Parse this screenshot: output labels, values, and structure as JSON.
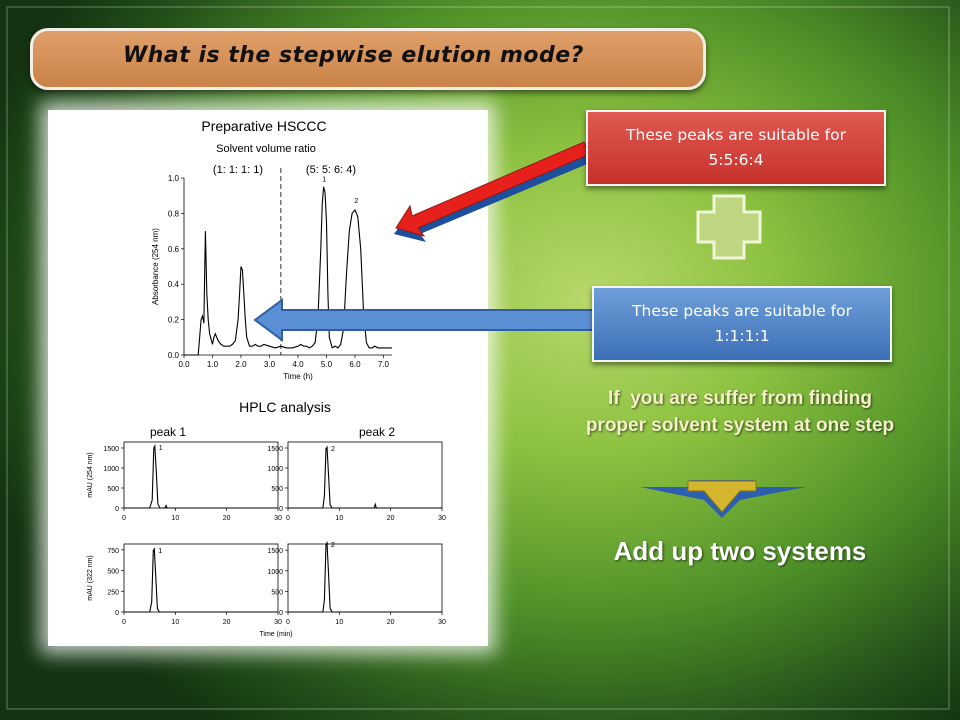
{
  "slide": {
    "title": "What is the stepwise elution mode?",
    "callout_red": {
      "line1": "These peaks are suitable for",
      "line2": "5:5:6:4",
      "color": "#c9342e"
    },
    "callout_blue": {
      "line1": "These peaks are suitable for",
      "line2": "1:1:1:1",
      "color": "#4275bc"
    },
    "note_line1": "If  you are suffer from finding",
    "note_line2": "proper solvent system at one step",
    "conclusion": "Add up two systems",
    "plus_icon": "plus-cross-icon",
    "arrow_icon": "down-arrow-icon"
  },
  "figure": {
    "top_title": "Preparative HSCCC",
    "subtitle": "Solvent volume ratio",
    "ratio_left": "(1: 1: 1: 1)",
    "ratio_right": "(5: 5: 6: 4)",
    "bottom_title": "HPLC analysis",
    "col_titles": [
      "peak 1",
      "peak 2"
    ]
  },
  "chart_data": [
    {
      "type": "line",
      "title": "Preparative HSCCC",
      "xlabel": "Time (h)",
      "ylabel": "Absorbance (254 nm)",
      "xlim": [
        0,
        7.3
      ],
      "ylim": [
        0,
        1.0
      ],
      "x_ticks": [
        "0.0",
        "1.0",
        "2.0",
        "3.0",
        "4.0",
        "5.0",
        "6.0",
        "7.0"
      ],
      "y_ticks": [
        "0.0",
        "0.2",
        "0.4",
        "0.6",
        "0.8",
        "1.0"
      ],
      "divider_x": 3.4,
      "peak_labels": [
        "1",
        "2"
      ],
      "series": [
        {
          "x": [
            0,
            0.5,
            0.6,
            0.65,
            0.7,
            0.72,
            0.75,
            0.8,
            0.85,
            0.9,
            1.0,
            1.05,
            1.1,
            1.2,
            1.3,
            1.4,
            1.5,
            1.6,
            1.7,
            1.8,
            1.9,
            1.95,
            2.0,
            2.05,
            2.1,
            2.15,
            2.2,
            2.3,
            2.4,
            2.5,
            2.6,
            2.7,
            2.8,
            3.0,
            3.2,
            3.4,
            3.6,
            3.8,
            4.0,
            4.1,
            4.2,
            4.3,
            4.4,
            4.5,
            4.6,
            4.7,
            4.8,
            4.85,
            4.9,
            4.95,
            5.0,
            5.05,
            5.1,
            5.2,
            5.3,
            5.4,
            5.5,
            5.6,
            5.7,
            5.8,
            5.9,
            6.0,
            6.1,
            6.2,
            6.3,
            6.4,
            6.5,
            6.6,
            6.7,
            6.8,
            7.0,
            7.3
          ],
          "y": [
            0.0,
            0.0,
            0.2,
            0.22,
            0.18,
            0.4,
            0.7,
            0.35,
            0.2,
            0.12,
            0.06,
            0.1,
            0.12,
            0.08,
            0.06,
            0.05,
            0.05,
            0.05,
            0.06,
            0.08,
            0.2,
            0.35,
            0.5,
            0.48,
            0.35,
            0.2,
            0.1,
            0.05,
            0.05,
            0.06,
            0.05,
            0.05,
            0.06,
            0.05,
            0.04,
            0.05,
            0.04,
            0.04,
            0.05,
            0.06,
            0.05,
            0.05,
            0.04,
            0.05,
            0.07,
            0.2,
            0.6,
            0.85,
            0.95,
            0.92,
            0.75,
            0.35,
            0.1,
            0.04,
            0.05,
            0.04,
            0.06,
            0.15,
            0.45,
            0.7,
            0.8,
            0.82,
            0.78,
            0.6,
            0.25,
            0.07,
            0.04,
            0.04,
            0.05,
            0.04,
            0.04,
            0.04
          ]
        }
      ]
    },
    {
      "type": "line",
      "title": "peak 1",
      "xlabel": "",
      "ylabel": "mAU (254 nm)",
      "xlim": [
        0,
        30
      ],
      "ylim": [
        0,
        1650
      ],
      "x_ticks": [
        "0",
        "10",
        "20",
        "30"
      ],
      "y_ticks": [
        "0",
        "500",
        "1000",
        "1500"
      ],
      "peak_label": "1",
      "series": [
        {
          "x": [
            0,
            5.0,
            5.5,
            5.8,
            6.0,
            6.3,
            6.6,
            7.0,
            8.0,
            8.2,
            8.4,
            30
          ],
          "y": [
            0,
            0,
            200,
            1500,
            1550,
            900,
            100,
            0,
            0,
            60,
            0,
            0
          ]
        }
      ]
    },
    {
      "type": "line",
      "title": "peak 2",
      "xlabel": "",
      "ylabel": "",
      "xlim": [
        0,
        30
      ],
      "ylim": [
        0,
        1650
      ],
      "x_ticks": [
        "0",
        "10",
        "20",
        "30"
      ],
      "y_ticks": [
        "0",
        "500",
        "1000",
        "1500"
      ],
      "peak_label": "2",
      "series": [
        {
          "x": [
            0,
            6.8,
            7.1,
            7.4,
            7.6,
            7.9,
            8.2,
            8.6,
            16.8,
            17.0,
            17.2,
            30
          ],
          "y": [
            0,
            0,
            300,
            1480,
            1520,
            800,
            80,
            0,
            0,
            90,
            0,
            0
          ]
        }
      ]
    },
    {
      "type": "line",
      "title": "",
      "xlabel": "",
      "ylabel": "mAU (322 nm)",
      "xlim": [
        0,
        30
      ],
      "ylim": [
        0,
        820
      ],
      "x_ticks": [
        "0",
        "10",
        "20",
        "30"
      ],
      "y_ticks": [
        "0",
        "250",
        "500",
        "750"
      ],
      "peak_label": "1",
      "series": [
        {
          "x": [
            0,
            5.0,
            5.4,
            5.7,
            5.9,
            6.2,
            6.5,
            6.9,
            30
          ],
          "y": [
            0,
            0,
            120,
            740,
            760,
            420,
            40,
            0,
            0
          ]
        }
      ]
    },
    {
      "type": "line",
      "title": "",
      "xlabel": "Time (min)",
      "ylabel": "",
      "xlim": [
        0,
        30
      ],
      "ylim": [
        0,
        1650
      ],
      "x_ticks": [
        "0",
        "10",
        "20",
        "30"
      ],
      "y_ticks": [
        "0",
        "500",
        "1000",
        "1500"
      ],
      "peak_label": "2",
      "series": [
        {
          "x": [
            0,
            6.8,
            7.1,
            7.4,
            7.6,
            7.9,
            8.2,
            8.6,
            30
          ],
          "y": [
            0,
            0,
            300,
            1640,
            1680,
            900,
            90,
            0,
            0
          ]
        }
      ]
    }
  ]
}
